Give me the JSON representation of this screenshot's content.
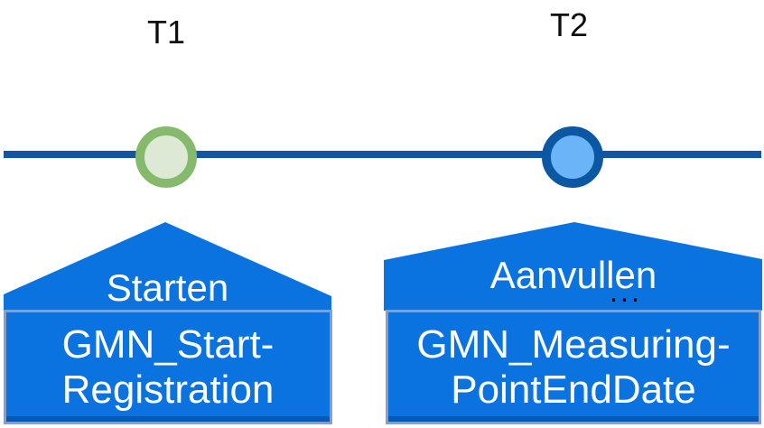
{
  "diagram": {
    "t1_label": "T1",
    "t2_label": "T2",
    "events": [
      {
        "time": "T1",
        "marker": "green-circle",
        "action_label": "Starten",
        "box_text_line1": "GMN_Start-",
        "box_text_line2": "Registration"
      },
      {
        "time": "T2",
        "marker": "blue-circle",
        "action_label": "Aanvullen",
        "ellipsis": "...",
        "box_text_line1": "GMN_Measuring-",
        "box_text_line2": "PointEndDate"
      }
    ],
    "colors": {
      "shape_blue": "#0b73e0",
      "timeline_blue": "#1156a5",
      "marker_green_ring": "#85ba6c",
      "marker_green_fill": "#dde9d4",
      "marker_blue_ring": "#0b57a4",
      "marker_blue_fill": "#6ab4f7",
      "box_border_gray": "#8c9dc3",
      "label_black": "#0d0d0d",
      "text_white": "#ffffff"
    }
  }
}
